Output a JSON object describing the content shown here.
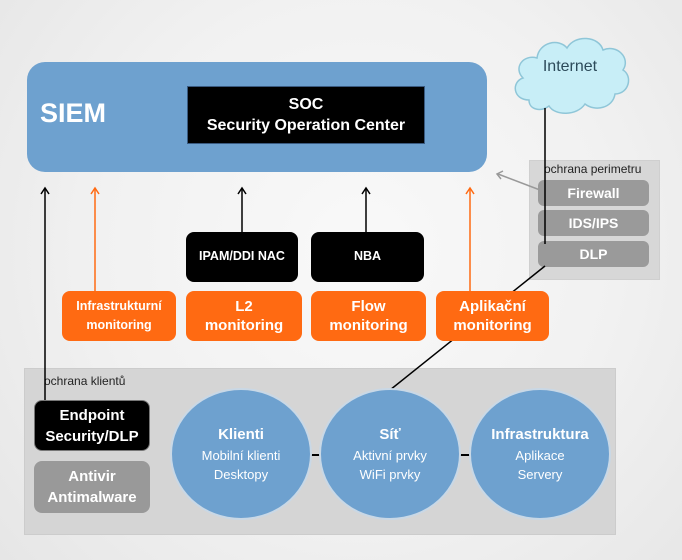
{
  "siem": {
    "label": "SIEM"
  },
  "soc": {
    "line1": "SOC",
    "line2": "Security Operation Center"
  },
  "internet": {
    "label": "Internet"
  },
  "perimeter": {
    "title": "ochrana perimetru",
    "items": [
      "Firewall",
      "IDS/IPS",
      "DLP"
    ]
  },
  "tools": [
    {
      "label": "IPAM/DDI NAC"
    },
    {
      "label": "NBA"
    }
  ],
  "monitoring": [
    {
      "line1": "Infrastrukturní",
      "line2": "monitoring"
    },
    {
      "line1": "L2",
      "line2": "monitoring"
    },
    {
      "line1": "Flow",
      "line2": "monitoring"
    },
    {
      "line1": "Aplikační",
      "line2": "monitoring"
    }
  ],
  "clients_area": {
    "title": "ochrana klientů",
    "endpoint": {
      "line1": "Endpoint",
      "line2": "Security/DLP"
    },
    "antivir": {
      "line1": "Antivir",
      "line2": "Antimalware"
    }
  },
  "circles": [
    {
      "title": "Klienti",
      "line1": "Mobilní klienti",
      "line2": "Desktopy"
    },
    {
      "title": "Síť",
      "line1": "Aktivní prvky",
      "line2": "WiFi prvky"
    },
    {
      "title": "Infrastruktura",
      "line1": "Aplikace",
      "line2": "Servery"
    }
  ],
  "colors": {
    "siem_blue": "#6ea1cf",
    "monitoring_orange": "#ff6a12",
    "perimeter_gray": "#9a9a9a",
    "cloud": "#c8eef7"
  }
}
